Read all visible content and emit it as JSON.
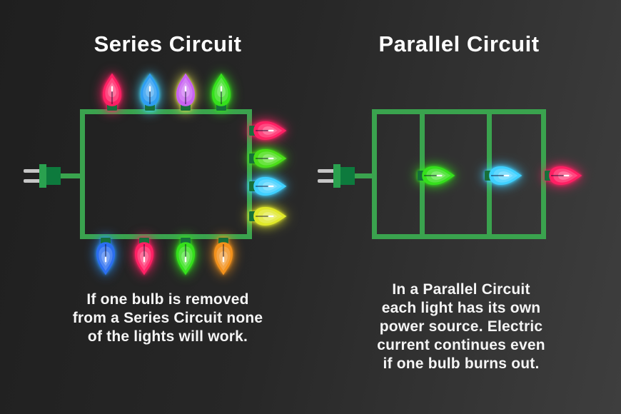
{
  "series": {
    "title": "Series Circuit",
    "caption_lines": [
      "If one bulb is removed",
      "from a Series Circuit none",
      "of the lights will work."
    ],
    "bulbs_top": [
      {
        "name": "pink",
        "color": "#ff2064",
        "glow": "#ff2064"
      },
      {
        "name": "blue",
        "color": "#2e9ef2",
        "glow": "#45d7ff"
      },
      {
        "name": "purple",
        "color": "#c863f2",
        "glow": "#d8d44f"
      },
      {
        "name": "green",
        "color": "#35e01c",
        "glow": "#35e01c"
      }
    ],
    "bulbs_right": [
      {
        "name": "pink",
        "color": "#ff2064",
        "glow": "#ff2064"
      },
      {
        "name": "green",
        "color": "#4ade17",
        "glow": "#4ade17"
      },
      {
        "name": "cyan",
        "color": "#3fd0ff",
        "glow": "#3fd0ff"
      },
      {
        "name": "yellow",
        "color": "#e0e829",
        "glow": "#e0e829"
      }
    ],
    "bulbs_bottom": [
      {
        "name": "blue",
        "color": "#2b6ef0",
        "glow": "#2b8cf0"
      },
      {
        "name": "pink",
        "color": "#ff2064",
        "glow": "#ff2064"
      },
      {
        "name": "green",
        "color": "#35e01c",
        "glow": "#35e01c"
      },
      {
        "name": "orange",
        "color": "#f2911c",
        "glow": "#f2911c"
      }
    ]
  },
  "parallel": {
    "title": "Parallel Circuit",
    "caption_lines": [
      "In a Parallel Circuit",
      "each light has its own",
      "power source. Electric",
      "current continues even",
      "if one bulb burns out."
    ],
    "bulbs": [
      {
        "name": "green",
        "color": "#35e01c",
        "glow": "#35e01c"
      },
      {
        "name": "cyan",
        "color": "#3fd0ff",
        "glow": "#3fd0ff"
      },
      {
        "name": "pink",
        "color": "#ff2064",
        "glow": "#ff2064"
      }
    ]
  },
  "colors": {
    "wire": "#3aa34e",
    "socket": "#17703a",
    "plug_body": "#0d7a3d",
    "plug_face": "#2aa14f",
    "prong": "#c6c6c6",
    "title_text": "#ffffff",
    "caption_text": "#f5f5f5"
  }
}
